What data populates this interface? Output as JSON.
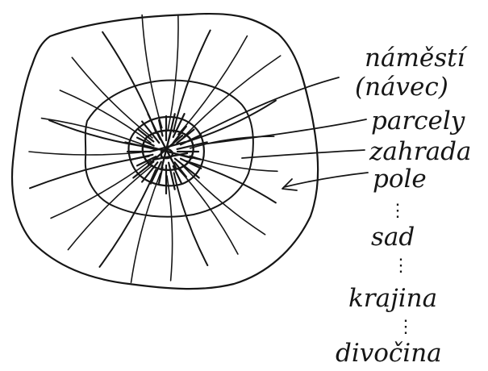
{
  "colors": {
    "ink": "#161616",
    "paper": "#ffffff"
  },
  "labels": [
    {
      "id": "namesti",
      "text": "náměstí"
    },
    {
      "id": "navec",
      "text": "(návec)"
    },
    {
      "id": "parcely",
      "text": "parcely"
    },
    {
      "id": "zahrada",
      "text": "zahrada"
    },
    {
      "id": "pole",
      "text": "pole"
    },
    {
      "id": "sad",
      "text": "sad"
    },
    {
      "id": "krajina",
      "text": "krajina"
    },
    {
      "id": "divocina",
      "text": "divočina"
    }
  ],
  "continuation_mark": "⋮"
}
